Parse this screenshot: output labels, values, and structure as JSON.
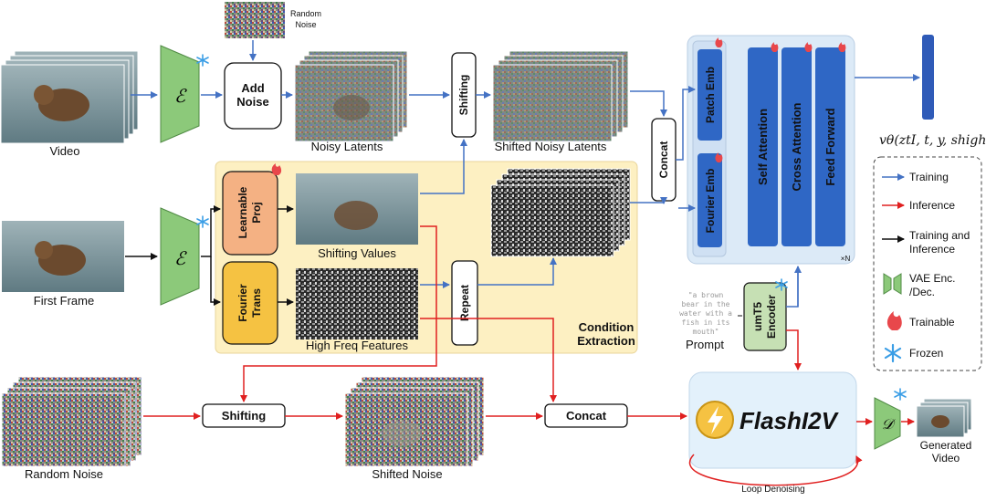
{
  "labels": {
    "video": "Video",
    "first_frame": "First Frame",
    "random_noise_top": "Random\nNoise",
    "add_noise": "Add\nNoise",
    "noisy_latents": "Noisy Latents",
    "shifting_vertical": "Shifting",
    "shifted_noisy_latents": "Shifted Noisy Latents",
    "concat_vertical": "Concat",
    "learnable_proj": "Learnable\nProj",
    "fourier_trans": "Fourier\nTrans",
    "shifting_values": "Shifting Values",
    "high_freq_features": "High Freq Features",
    "repeat": "Repeat",
    "condition_extraction": "Condition\nExtraction",
    "patch_emb": "Patch Emb",
    "fourier_emb": "Fourier Emb",
    "self_attention": "Self Attention",
    "cross_attention": "Cross Attention",
    "feed_forward": "Feed Forward",
    "times_n": "×N",
    "prompt_text": "\"a brown\nbear in the\nwater with a\nfish in its\nmouth\"",
    "prompt": "Prompt",
    "umt5_encoder": "umT5\nEncoder",
    "random_noise_bottom": "Random Noise",
    "shifting_bottom": "Shifting",
    "shifted_noise": "Shifted Noise",
    "concat_bottom": "Concat",
    "flash_i2v": "FlashI2V",
    "generated_video": "Generated\nVideo",
    "loop_denoising": "Loop Denoising",
    "encoder_symbol": "ℰ",
    "decoder_symbol": "𝒟",
    "output_formula": "vθ(ztI, t, y, shigh)"
  },
  "legend": [
    {
      "icon": "blue-arrow-icon",
      "label": "Training"
    },
    {
      "icon": "red-arrow-icon",
      "label": "Inference"
    },
    {
      "icon": "black-arrow-icon",
      "label": "Training and\nInference"
    },
    {
      "icon": "vae-icon",
      "label": "VAE Enc.\n/Dec."
    },
    {
      "icon": "flame-icon",
      "label": "Trainable"
    },
    {
      "icon": "snowflake-icon",
      "label": "Frozen"
    }
  ],
  "colors": {
    "training": "#4472c4",
    "inference": "#e02020",
    "neutral": "#111111",
    "encoder_fill": "#8cc97a",
    "condition_bg": "#fdf0c2",
    "learnable_fill": "#f4b183",
    "fourier_fill": "#f5c242",
    "dit_block_fill": "#2f67c5",
    "dit_panel_bg": "#dceaf7",
    "flash_panel_bg": "#e3f1fb",
    "umt5_fill": "#c6e0b4",
    "flame": "#e8474b",
    "snowflake": "#3b9ee6"
  }
}
